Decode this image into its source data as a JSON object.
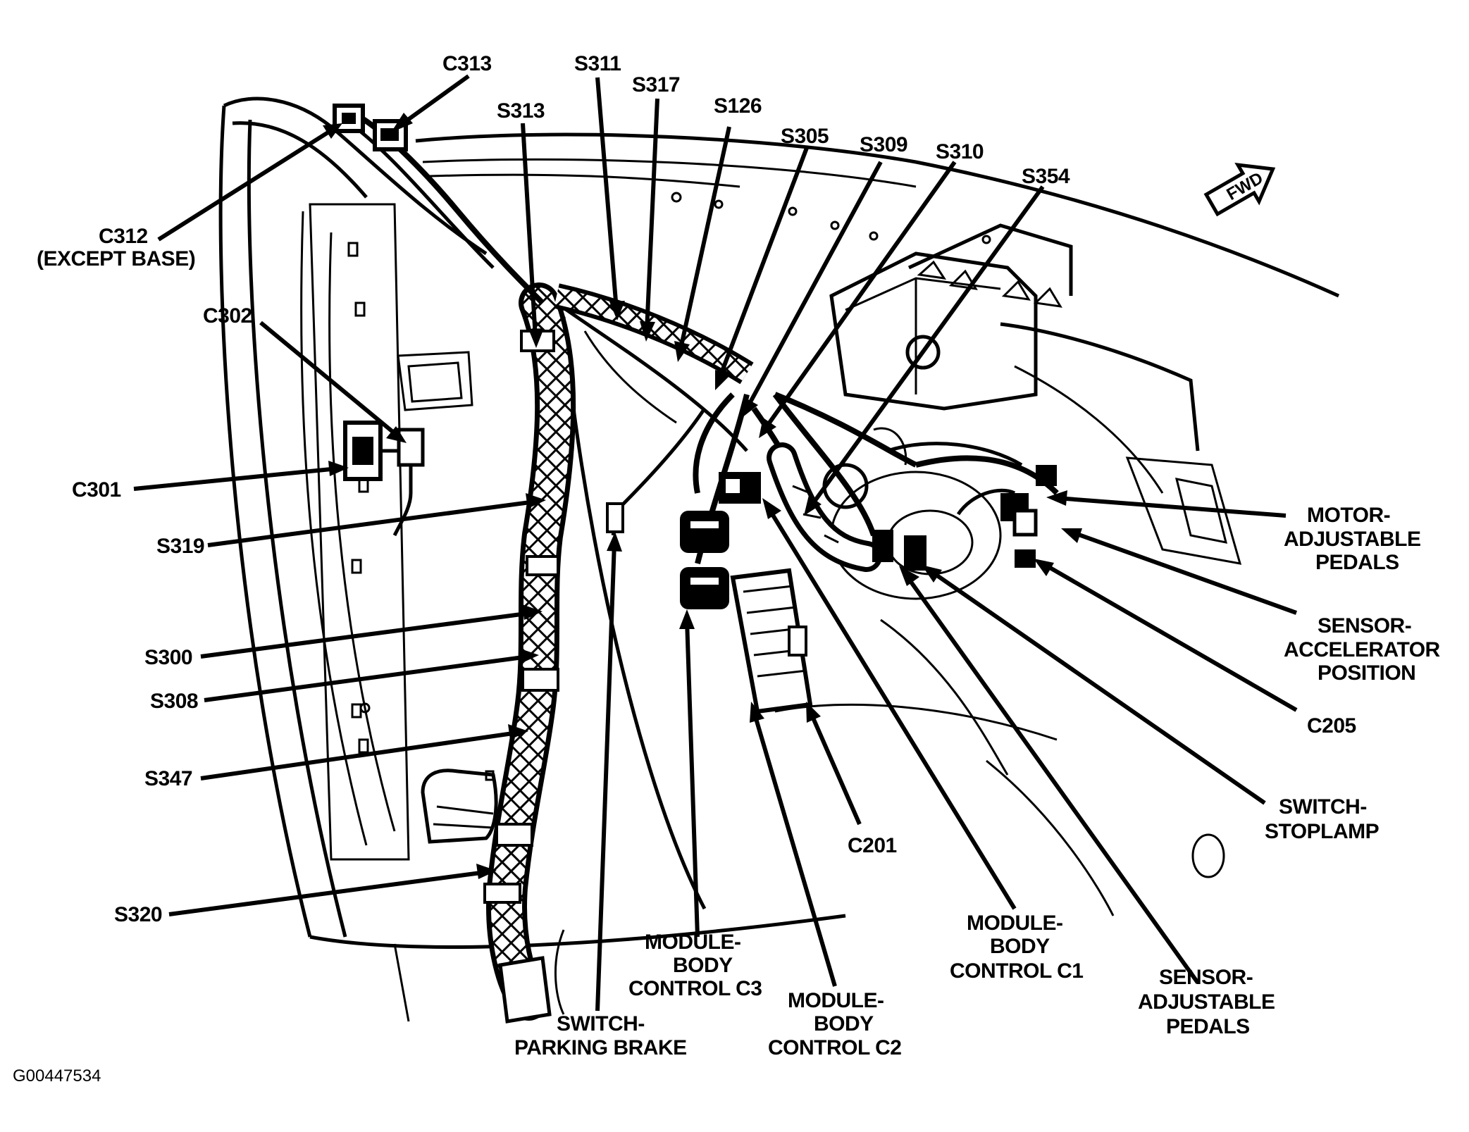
{
  "figure_id": "G00447534",
  "fwd_icon_label": "FWD",
  "icons": {
    "direction": "fwd-arrow-icon"
  },
  "colors": {
    "ink": "#000000",
    "paper": "#ffffff"
  },
  "labels": {
    "c313": "C313",
    "s311": "S311",
    "s317": "S317",
    "s313": "S313",
    "s126": "S126",
    "s305": "S305",
    "s309": "S309",
    "s310": "S310",
    "s354": "S354",
    "c312_line1": "C312",
    "c312_line2": "(EXCEPT BASE)",
    "c302": "C302",
    "c301": "C301",
    "s319": "S319",
    "s300": "S300",
    "s308": "S308",
    "s347": "S347",
    "s320": "S320",
    "motor_line1": "MOTOR-",
    "motor_line2": "ADJUSTABLE",
    "motor_line3": "PEDALS",
    "sensor_acc_line1": "SENSOR-",
    "sensor_acc_line2": "ACCELERATOR",
    "sensor_acc_line3": "POSITION",
    "c205": "C205",
    "stoplamp_line1": "SWITCH-",
    "stoplamp_line2": "STOPLAMP",
    "c201": "C201",
    "bcm_c1_line1": "MODULE-",
    "bcm_c1_line2": "BODY",
    "bcm_c1_line3": "CONTROL C1",
    "sensor_adj_line1": "SENSOR-",
    "sensor_adj_line2": "ADJUSTABLE",
    "sensor_adj_line3": "PEDALS",
    "bcm_c3_line1": "MODULE-",
    "bcm_c3_line2": "BODY",
    "bcm_c3_line3": "CONTROL C3",
    "bcm_c2_line1": "MODULE-",
    "bcm_c2_line2": "BODY",
    "bcm_c2_line3": "CONTROL C2",
    "parking_line1": "SWITCH-",
    "parking_line2": "PARKING BRAKE"
  }
}
